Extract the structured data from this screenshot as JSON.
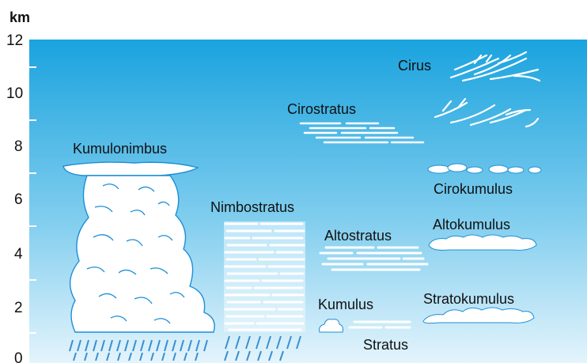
{
  "axis": {
    "unit": "km",
    "ticks": [
      "0",
      "2",
      "4",
      "6",
      "8",
      "10",
      "12"
    ]
  },
  "clouds": {
    "cirus": "Cirus",
    "cirostratus": "Cirostratus",
    "kumulonimbus": "Kumulonimbus",
    "cirokumulus": "Cirokumulus",
    "nimbostratus": "Nimbostratus",
    "altokumulus": "Altokumulus",
    "altostratus": "Altostratus",
    "stratokumulus": "Stratokumulus",
    "kumulus": "Kumulus",
    "stratus": "Stratus"
  },
  "colors": {
    "sky_top": "#1aa3de",
    "sky_bottom": "#e4f4fc",
    "cloud": "#ffffff",
    "rain": "#3a8fd0"
  }
}
